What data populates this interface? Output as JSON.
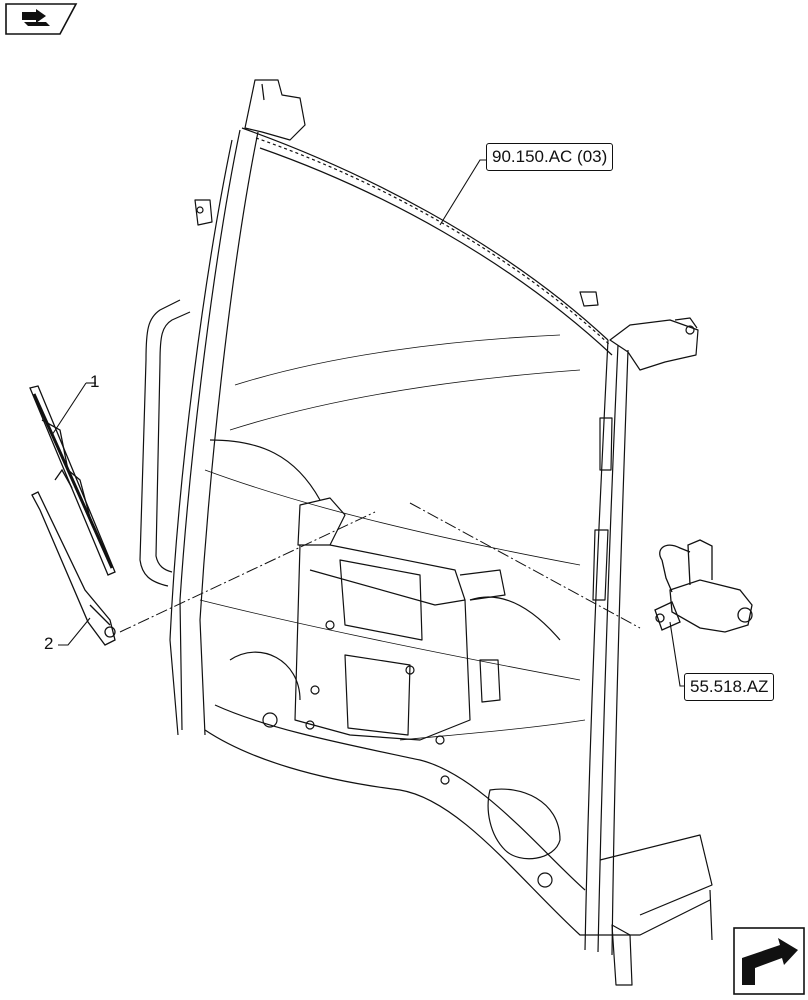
{
  "header": {
    "icon": "book-arrow-icon"
  },
  "callouts": {
    "ref_top": "90.150.AC (03)",
    "ref_motor": "55.518.AZ"
  },
  "items": {
    "item1": "1",
    "item2": "2"
  },
  "footer": {
    "icon": "next-page-arrow-icon"
  },
  "colors": {
    "line": "#111111",
    "background": "#ffffff"
  }
}
